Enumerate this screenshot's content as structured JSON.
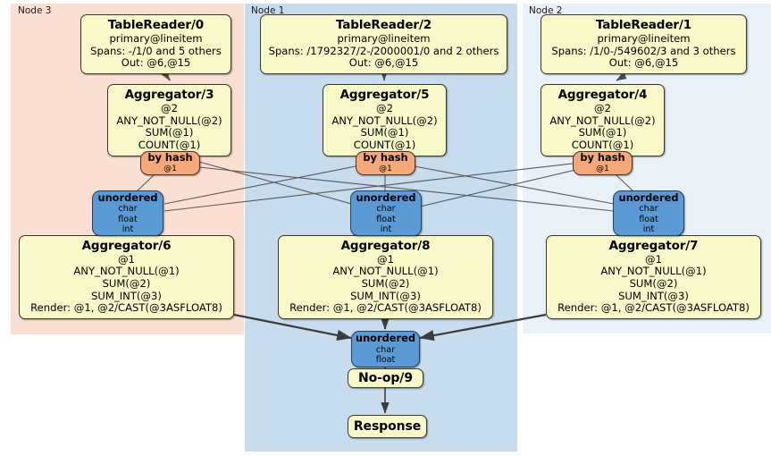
{
  "diagram": {
    "title": "distributed-query-plan",
    "panels": [
      {
        "id": "node3",
        "label": "Node 3",
        "color": "#fadfd2"
      },
      {
        "id": "node1",
        "label": "Node 1",
        "color": "#c7dced"
      },
      {
        "id": "node2",
        "label": "Node 2",
        "color": "#e8f0f8"
      }
    ],
    "nodes": {
      "tablereader0": {
        "title": "TableReader/0",
        "lines": [
          "primary@lineitem",
          "Spans: -/1/0 and 5 others",
          "Out: @6,@15"
        ]
      },
      "tablereader2": {
        "title": "TableReader/2",
        "lines": [
          "primary@lineitem",
          "Spans: /1792327/2-/2000001/0 and 2 others",
          "Out: @6,@15"
        ]
      },
      "tablereader1": {
        "title": "TableReader/1",
        "lines": [
          "primary@lineitem",
          "Spans: /1/0-/549602/3 and 3 others",
          "Out: @6,@15"
        ]
      },
      "aggregator3": {
        "title": "Aggregator/3",
        "lines": [
          "@2",
          "ANY_NOT_NULL(@2)",
          "SUM(@1)",
          "COUNT(@1)"
        ]
      },
      "aggregator5": {
        "title": "Aggregator/5",
        "lines": [
          "@2",
          "ANY_NOT_NULL(@2)",
          "SUM(@1)",
          "COUNT(@1)"
        ]
      },
      "aggregator4": {
        "title": "Aggregator/4",
        "lines": [
          "@2",
          "ANY_NOT_NULL(@2)",
          "SUM(@1)",
          "COUNT(@1)"
        ]
      },
      "aggregator6": {
        "title": "Aggregator/6",
        "lines": [
          "@1",
          "ANY_NOT_NULL(@1)",
          "SUM(@2)",
          "SUM_INT(@3)",
          "Render: @1, @2/CAST(@3ASFLOAT8)"
        ]
      },
      "aggregator8": {
        "title": "Aggregator/8",
        "lines": [
          "@1",
          "ANY_NOT_NULL(@1)",
          "SUM(@2)",
          "SUM_INT(@3)",
          "Render: @1, @2/CAST(@3ASFLOAT8)"
        ]
      },
      "aggregator7": {
        "title": "Aggregator/7",
        "lines": [
          "@1",
          "ANY_NOT_NULL(@1)",
          "SUM(@2)",
          "SUM_INT(@3)",
          "Render: @1, @2/CAST(@3ASFLOAT8)"
        ]
      },
      "byhash_left": {
        "title": "by hash",
        "lines": [
          "@1"
        ]
      },
      "byhash_center": {
        "title": "by hash",
        "lines": [
          "@1"
        ]
      },
      "byhash_right": {
        "title": "by hash",
        "lines": [
          "@1"
        ]
      },
      "unordered_left": {
        "title": "unordered",
        "lines": [
          "char",
          "float",
          "int"
        ]
      },
      "unordered_center": {
        "title": "unordered",
        "lines": [
          "char",
          "float",
          "int"
        ]
      },
      "unordered_right": {
        "title": "unordered",
        "lines": [
          "char",
          "float",
          "int"
        ]
      },
      "unordered_final": {
        "title": "unordered",
        "lines": [
          "char",
          "float"
        ]
      },
      "noop9": {
        "title": "No-op/9",
        "lines": []
      },
      "response": {
        "title": "Response",
        "lines": []
      }
    },
    "colors": {
      "processor_fill": "#f8f8c8",
      "hash_fill": "#f5a97a",
      "sync_fill": "#5b9bd5",
      "node3_panel": "#fadfd2",
      "node1_panel": "#c7dced",
      "node2_panel": "#e8f0f8",
      "edge": "#4a4a4a"
    }
  }
}
